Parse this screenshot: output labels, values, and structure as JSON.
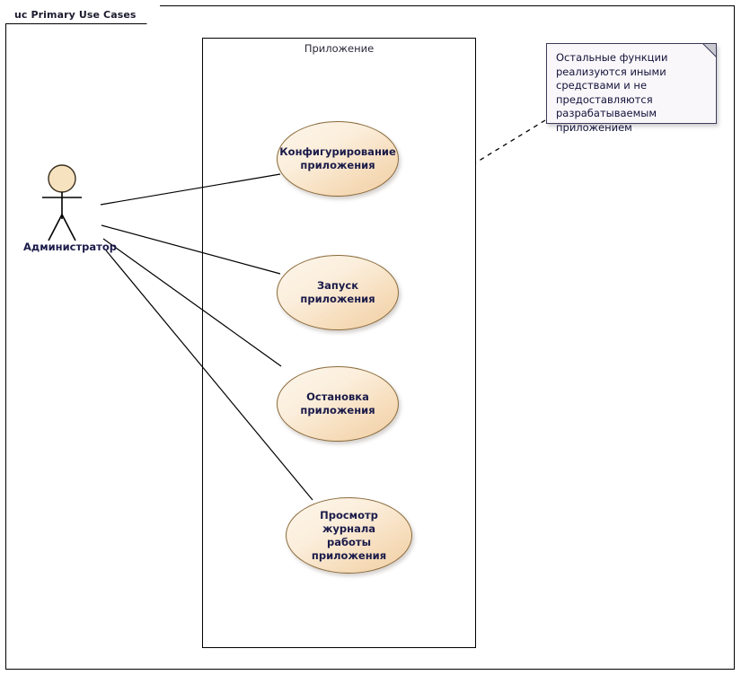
{
  "frame": {
    "tab_label": "uc Primary Use Cases"
  },
  "boundary": {
    "label": "Приложение"
  },
  "actor": {
    "name": "actor-administrator",
    "label": "Администратор"
  },
  "use_cases": [
    {
      "id": "configure",
      "label": "Конфигурирование приложения"
    },
    {
      "id": "start",
      "label": "Запуск приложения"
    },
    {
      "id": "stop",
      "label": "Остановка приложения"
    },
    {
      "id": "view-log",
      "label": "Просмотр журнала работы приложения"
    }
  ],
  "note": {
    "text": "Остальные функции реализуются иными средствами и не предоставляются разрабатываемым приложением"
  },
  "colors": {
    "usecase_fill_light": "#fdf6ec",
    "usecase_fill_dark": "#f0cfa4",
    "usecase_border": "#8a6a3a",
    "actor_head_fill": "#f7e2c0",
    "note_fill": "#faf7fa",
    "note_border": "#3a3a5a",
    "line": "#000000",
    "text": "#1b1b4a"
  }
}
